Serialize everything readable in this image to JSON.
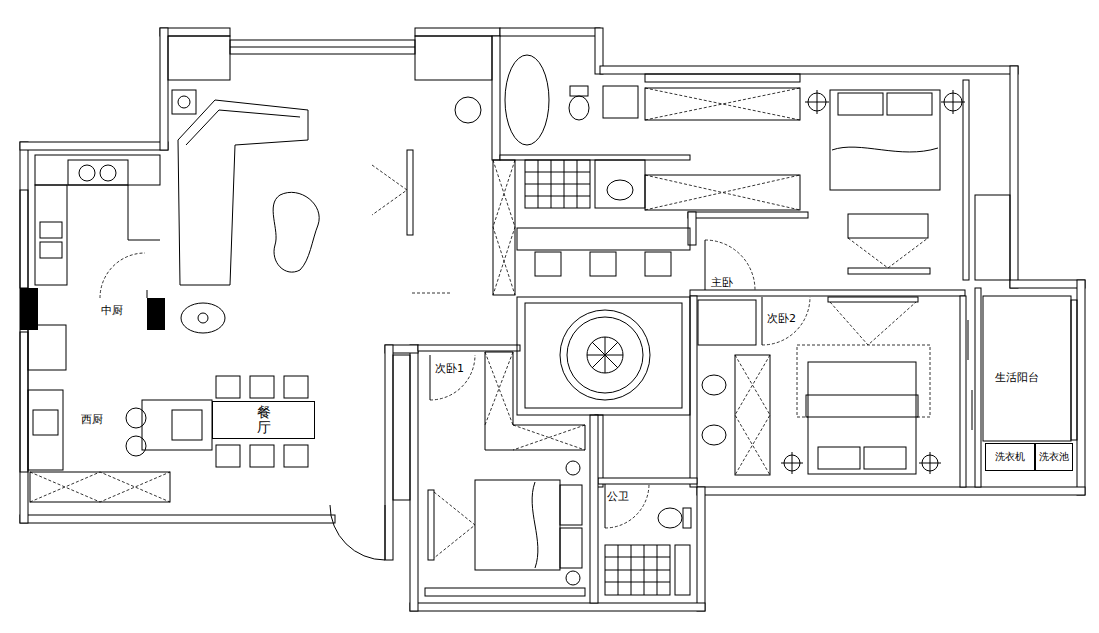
{
  "diagram": {
    "nodes": [
      {
        "text": [
          "餐厅"
        ]
      },
      {
        "text": [
          "洗衣机"
        ]
      },
      {
        "text": [
          "洗衣池"
        ]
      }
    ],
    "labels": [
      "中厨",
      "西厨",
      "主卧",
      "次卧2",
      "次卧1",
      "生活阳台",
      "公卫"
    ]
  }
}
